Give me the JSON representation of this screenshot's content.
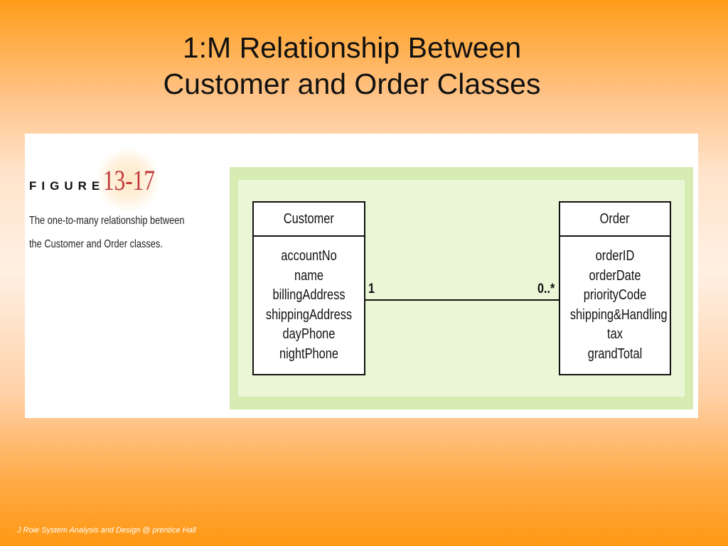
{
  "slide": {
    "title_line1": "1:M Relationship Between",
    "title_line2": "Customer and Order Classes",
    "footer": "J Roie System Analysis and Design @ prentice Hall"
  },
  "figure": {
    "label": "FIGURE",
    "number": "13-17",
    "caption_line1": "The one-to-many relationship between",
    "caption_line2": "the Customer and Order classes."
  },
  "diagram": {
    "customer": {
      "name": "Customer",
      "attributes": [
        "accountNo",
        "name",
        "billingAddress",
        "shippingAddress",
        "dayPhone",
        "nightPhone"
      ]
    },
    "order": {
      "name": "Order",
      "attributes": [
        "orderID",
        "orderDate",
        "priorityCode",
        "shipping&Handling",
        "tax",
        "grandTotal"
      ]
    },
    "association": {
      "customer_multiplicity": "1",
      "order_multiplicity": "0..*"
    }
  },
  "colors": {
    "figure_number": "#c0393b",
    "diagram_frame": "#d6ecb3",
    "diagram_inner": "#eaf6d6"
  }
}
